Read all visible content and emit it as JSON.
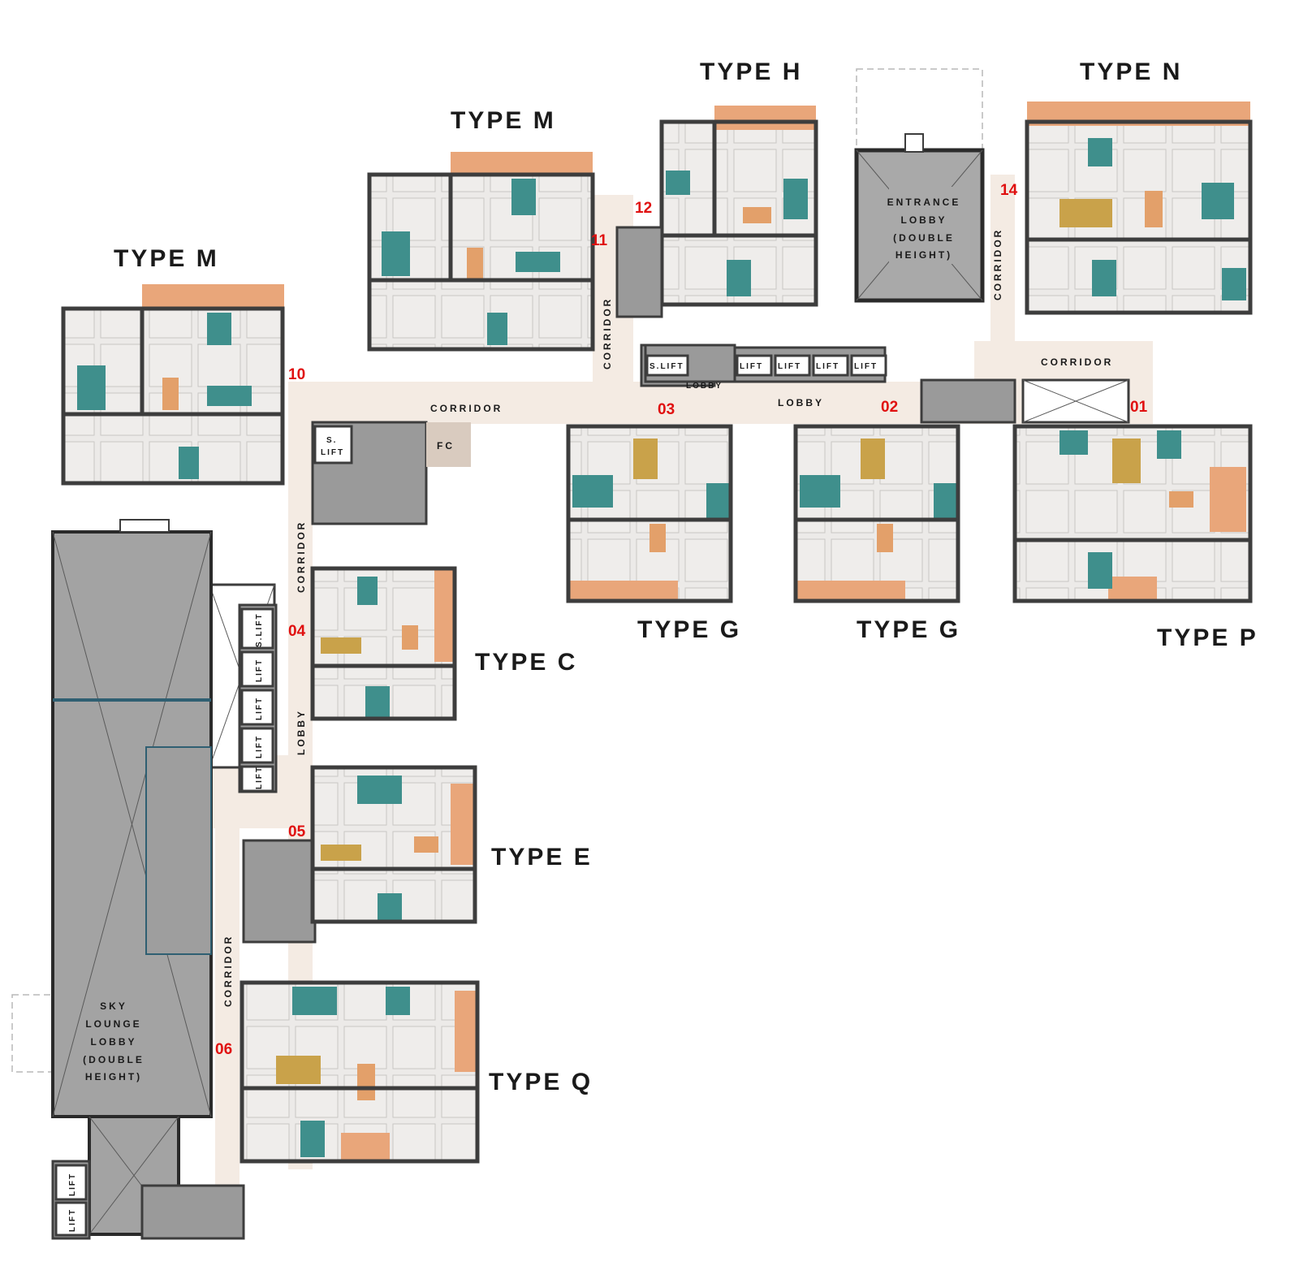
{
  "types": {
    "type_h": "TYPE H",
    "type_n": "TYPE N",
    "type_m_top": "TYPE M",
    "type_m_left": "TYPE M",
    "type_g_1": "TYPE G",
    "type_g_2": "TYPE G",
    "type_p": "TYPE P",
    "type_c": "TYPE C",
    "type_e": "TYPE E",
    "type_q": "TYPE Q"
  },
  "units": {
    "u01": "01",
    "u02": "02",
    "u03": "03",
    "u04": "04",
    "u05": "05",
    "u06": "06",
    "u10": "10",
    "u11": "11",
    "u12": "12",
    "u14": "14"
  },
  "labels": {
    "entrance_1": "ENTRANCE",
    "entrance_2": "LOBBY",
    "entrance_3": "(DOUBLE",
    "entrance_4": "HEIGHT)",
    "sky_1": "SKY",
    "sky_2": "LOUNGE",
    "sky_3": "LOBBY",
    "sky_4": "(DOUBLE",
    "sky_5": "HEIGHT)",
    "corridor": "CORRIDOR",
    "lobby": "LOBBY",
    "lift": "LIFT",
    "s_lift": "S.LIFT",
    "s_lift_split_1": "S.",
    "s_lift_split_2": "LIFT",
    "fc": "FC"
  },
  "colors": {
    "room": "#eae8e6",
    "bathroom": "#3f8f8c",
    "balcony_deck": "#e9a67a",
    "corridor": "#f4ebe3",
    "core": "#9a9a9a",
    "unit_number": "#e01010"
  }
}
